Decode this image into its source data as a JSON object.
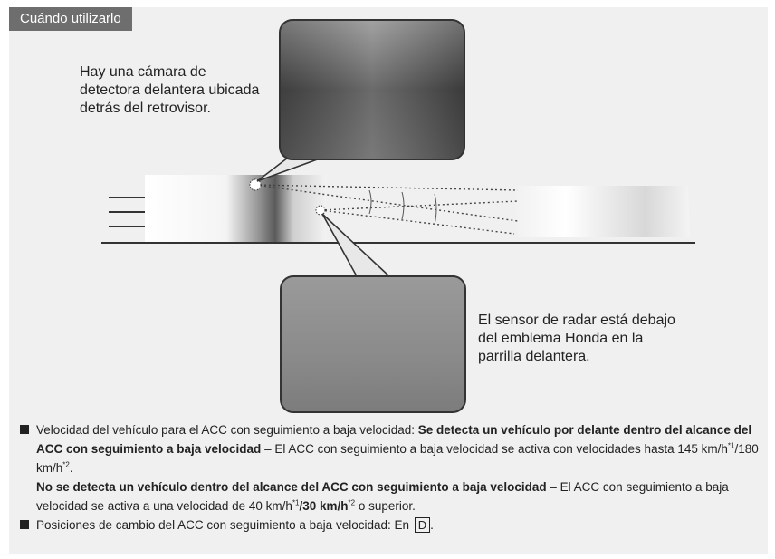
{
  "section": {
    "title": "Cuándo utilizarlo"
  },
  "callouts": {
    "camera": [
      "Hay una cámara de",
      "detectora delantera ubicada",
      "detrás del retrovisor."
    ],
    "radar": [
      "El sensor de radar está debajo",
      "del emblema Honda en la",
      "parrilla delantera."
    ]
  },
  "bullets": {
    "speed": {
      "intro": "Velocidad del vehículo para el ACC con seguimiento a baja velocidad: ",
      "detected_label": "Se detecta un vehículo por delante dentro del alcance del ACC con seguimiento a baja velocidad",
      "detected_text_a": " – El ACC con seguimiento a baja velocidad se activa con velocidades hasta 145 km/h",
      "detected_sup1": "*1",
      "detected_text_b": "/180 km/h",
      "detected_sup2": "*2",
      "detected_text_c": ".",
      "not_detected_label": "No se detecta un vehículo dentro del alcance del ACC con seguimiento a baja velocidad",
      "not_detected_text_a": " – El ACC con seguimiento a baja velocidad se activa a una velocidad de 40 km/h",
      "not_detected_sup1": "*1",
      "not_detected_bold": "/30 km/h",
      "not_detected_sup2": "*2",
      "not_detected_text_b": " o superior."
    },
    "gear": {
      "text": "Posiciones de cambio del ACC con seguimiento a baja velocidad: En ",
      "position": "D",
      "end": "."
    }
  }
}
